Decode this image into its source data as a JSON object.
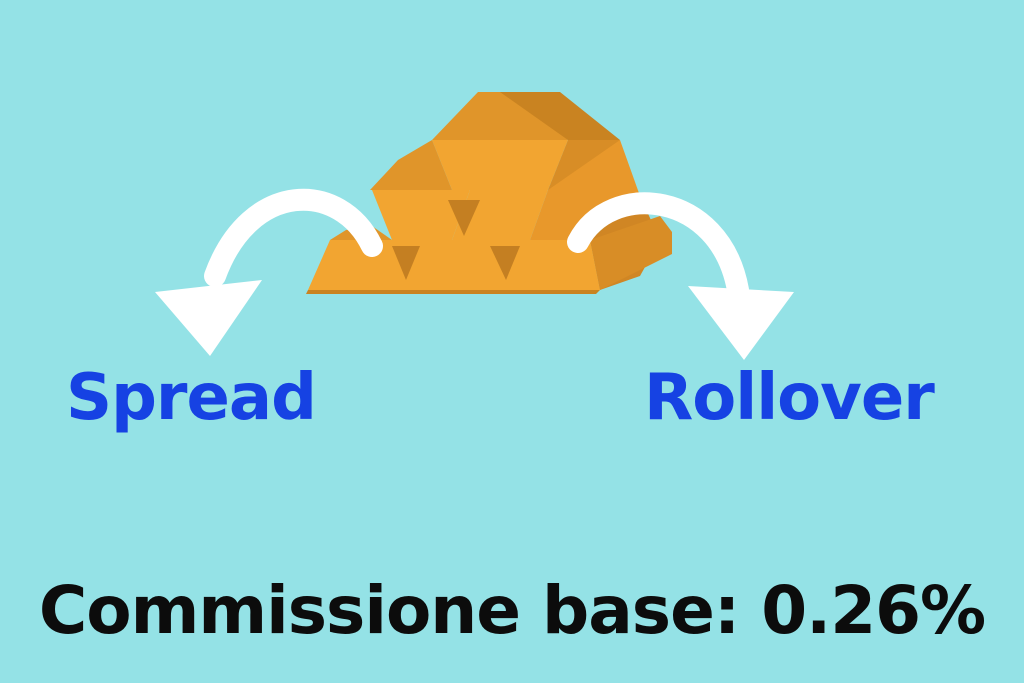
{
  "background_color": "#94e2e6",
  "label_color": "#1642e3",
  "caption_color": "#0c0c0c",
  "gold_color": "#f2a531",
  "illustration": {
    "icon": "gold-bars-icon",
    "arrows": [
      "curved-arrow-left-icon",
      "curved-arrow-right-icon"
    ]
  },
  "labels": {
    "left": "Spread",
    "right": "Rollover"
  },
  "caption": "Commissione base: 0.26%"
}
